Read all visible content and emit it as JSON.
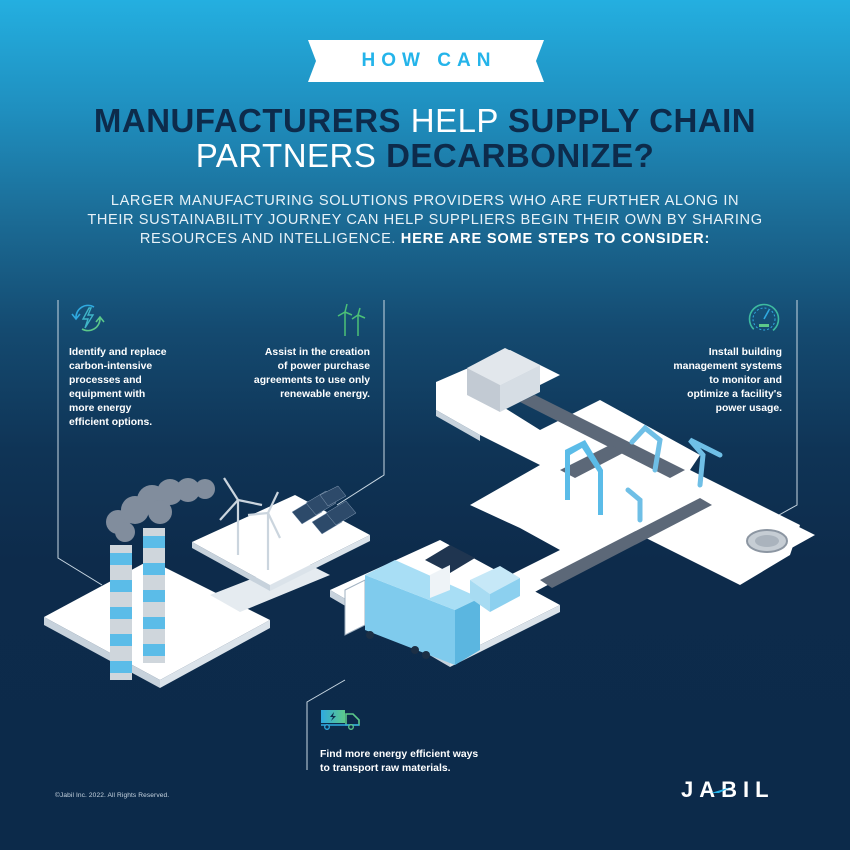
{
  "banner": {
    "label": "HOW CAN"
  },
  "headline": {
    "line1_bold_a": "MANUFACTURERS",
    "line1_thin": "HELP",
    "line1_bold_b": "SUPPLY CHAIN",
    "line2_thin": "PARTNERS",
    "line2_bold": "DECARBONIZE?"
  },
  "intro": {
    "line1": "LARGER MANUFACTURING SOLUTIONS PROVIDERS WHO ARE FURTHER ALONG IN",
    "line2": "THEIR SUSTAINABILITY JOURNEY CAN HELP SUPPLIERS BEGIN THEIR OWN BY SHARING",
    "line3_normal": "RESOURCES AND INTELLIGENCE.",
    "line3_bold": "HERE ARE SOME STEPS TO CONSIDER:"
  },
  "steps": [
    {
      "icon": "energy-cycle-icon",
      "lines": [
        "Identify and replace",
        "carbon-intensive",
        "processes and",
        "equipment with",
        "more energy",
        "efficient options."
      ]
    },
    {
      "icon": "wind-turbine-icon",
      "lines": [
        "Assist in the creation",
        "of power purchase",
        "agreements to use only",
        "renewable energy."
      ]
    },
    {
      "icon": "gauge-icon",
      "lines": [
        "Install building",
        "management systems",
        "to monitor and",
        "optimize a facility's",
        "power usage."
      ]
    },
    {
      "icon": "electric-truck-icon",
      "lines": [
        "Find more energy efficient ways",
        "to transport raw materials."
      ]
    }
  ],
  "footer": {
    "copyright": "©Jabil Inc. 2022. All Rights Reserved.",
    "logo": "JABIL"
  },
  "colors": {
    "accent_blue": "#24b4ea",
    "navy": "#0d2b4b",
    "green": "#3fc27a",
    "light_blue": "#8fd3f0"
  }
}
